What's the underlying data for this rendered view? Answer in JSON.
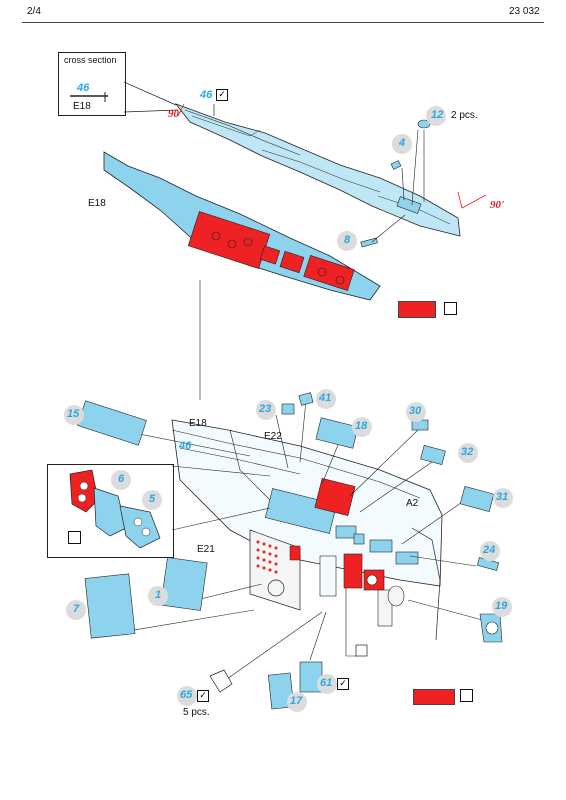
{
  "header": {
    "page_number": "2/4",
    "catalog_number": "23 032"
  },
  "cross_section": {
    "title": "cross section",
    "part_number": "46",
    "part_label": "E18"
  },
  "labels": {
    "e18_top": "E18",
    "e18_bottom": "E18",
    "e22": "E22",
    "e21": "E21",
    "a2": "A2",
    "two_pcs": "2 pcs.",
    "five_pcs": "5 pcs."
  },
  "angles": {
    "left": "90'",
    "right": "90'"
  },
  "part_numbers": {
    "p46_top": "46",
    "p12": "12",
    "p4": "4",
    "p8": "8",
    "p15": "15",
    "p23": "23",
    "p41": "41",
    "p18": "18",
    "p30": "30",
    "p32": "32",
    "p46_mid": "46",
    "p6": "6",
    "p5": "5",
    "p31": "31",
    "p24": "24",
    "p1": "1",
    "p7": "7",
    "p19": "19",
    "p65": "65",
    "p17": "17",
    "p61": "61"
  },
  "checkmark": "✓",
  "colors": {
    "photoetch_blue": "#8ed3ee",
    "painted_red": "#ee2222",
    "number_blue": "#2aa8e0",
    "angle_red": "#e02020"
  }
}
